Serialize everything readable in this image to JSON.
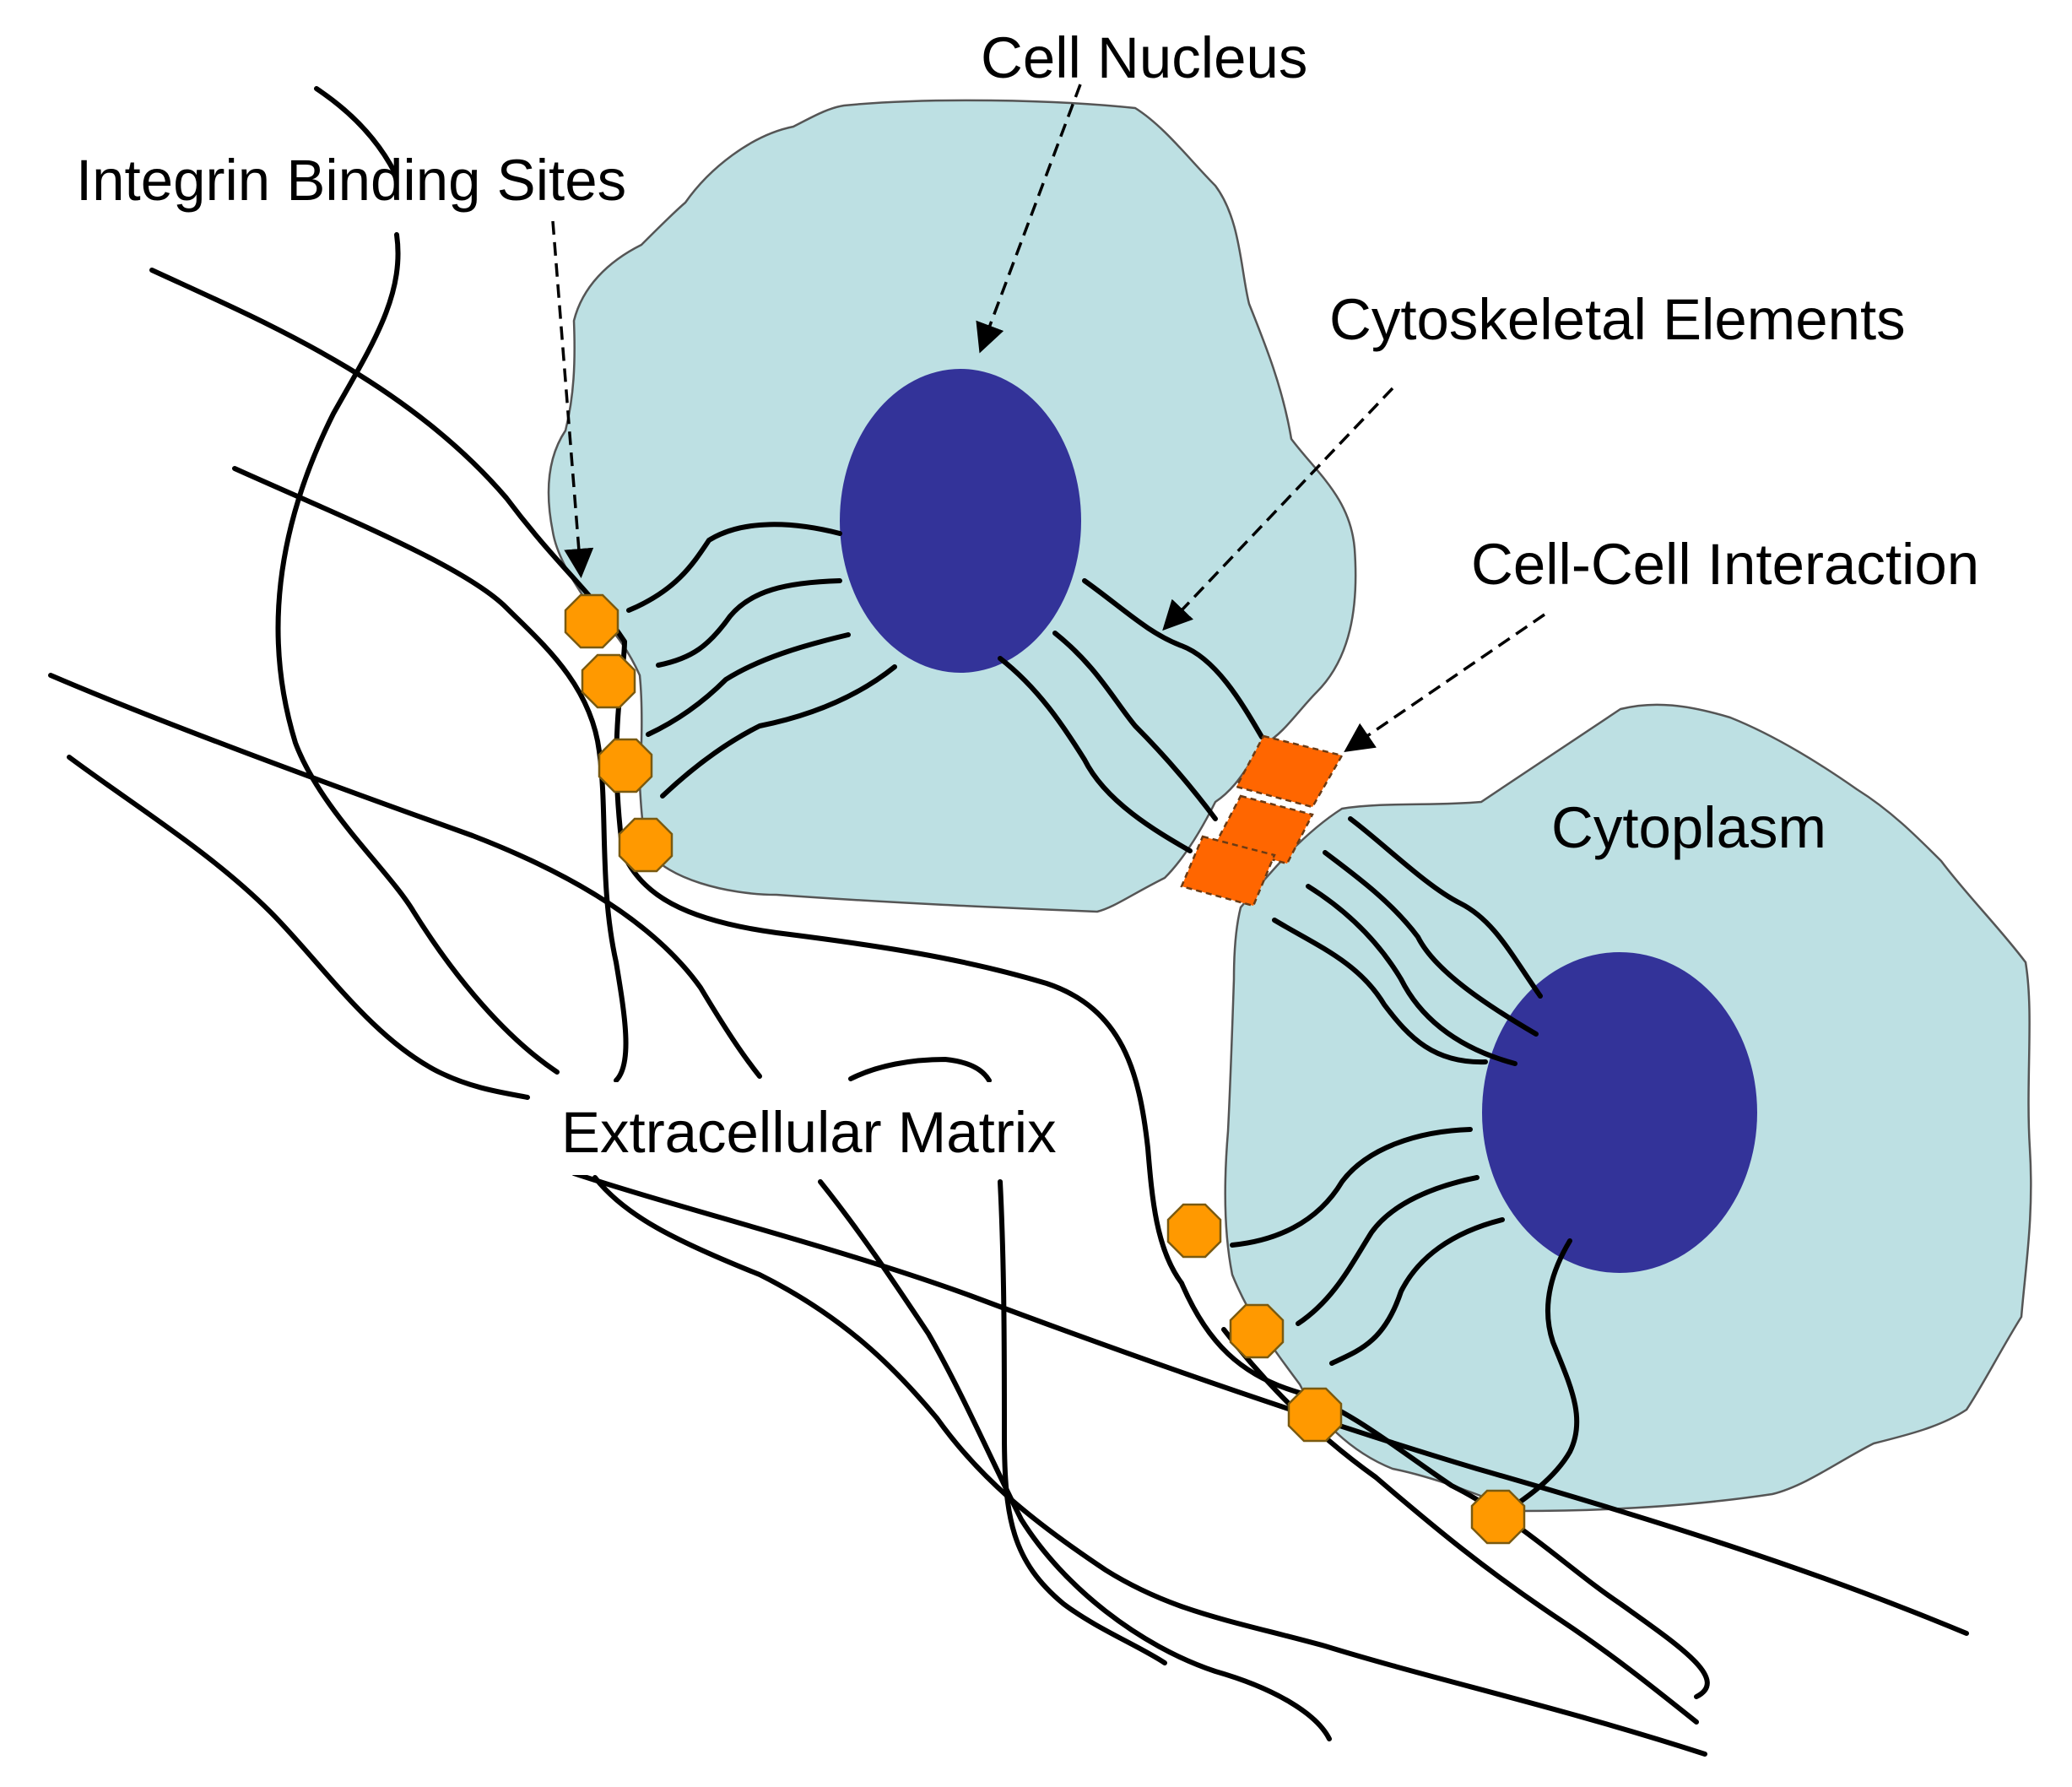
{
  "labels": {
    "cell_nucleus": "Cell Nucleus",
    "integrin_binding_sites": "Integrin Binding Sites",
    "cytoskeletal_elements": "Cytoskeletal Elements",
    "cell_cell_interaction": "Cell-Cell Interaction",
    "cytoplasm": "Cytoplasm",
    "extracellular_matrix": "Extracellular Matrix"
  },
  "colors": {
    "cytoplasm": "#bde0e3",
    "nucleus": "#333399",
    "integrin": "#ff9900",
    "cell_junction": "#ff6600",
    "lines": "#000000",
    "background": "#ffffff"
  },
  "counts": {
    "cells": 2,
    "integrin_binding_sites": 8,
    "cell_cell_junctions": 3
  }
}
